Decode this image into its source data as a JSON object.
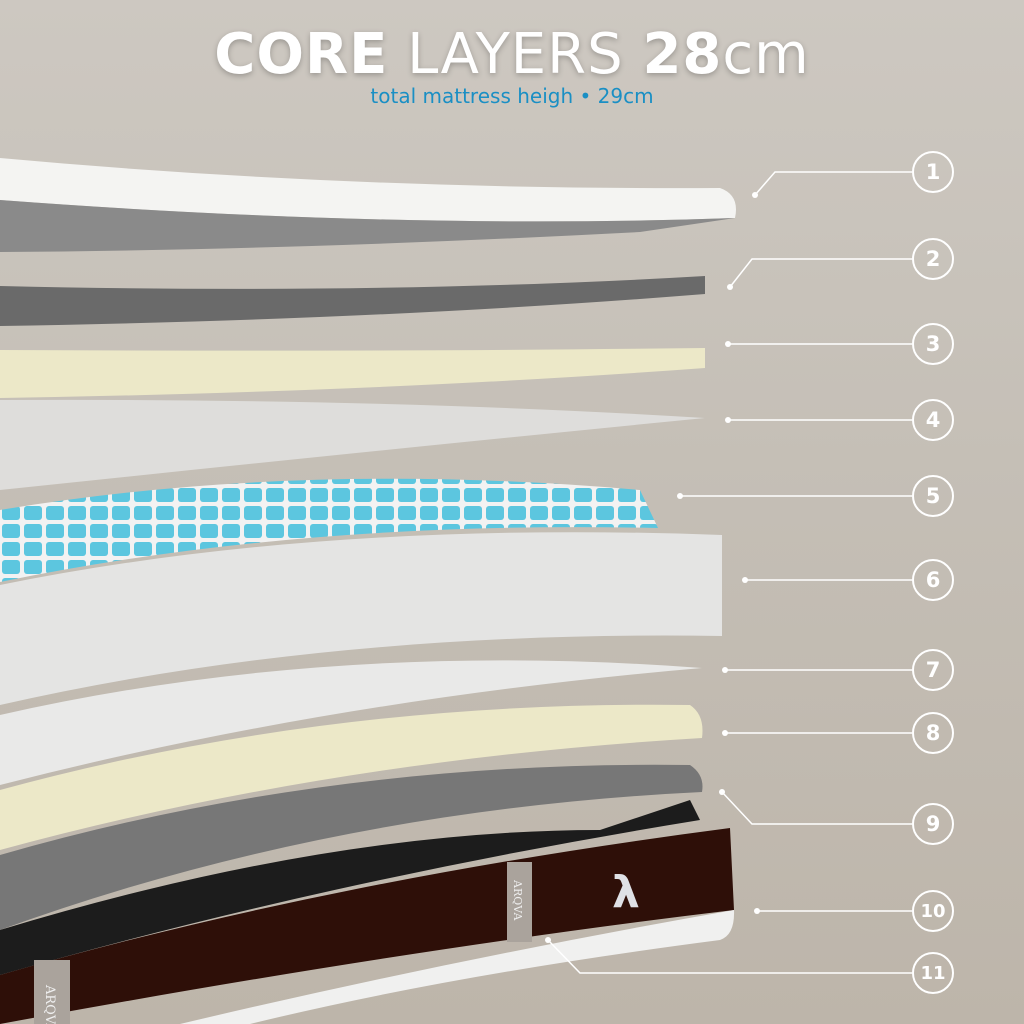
{
  "title": {
    "bold1": "CORE",
    "light1": "LAYERS",
    "bold2": "28",
    "light2": "cm"
  },
  "subtitle": "total mattress heigh • 29cm",
  "brand": {
    "label": "ARQVA",
    "logo": "λ"
  },
  "callouts": [
    "1",
    "2",
    "3",
    "4",
    "5",
    "6",
    "7",
    "8",
    "9",
    "10",
    "11"
  ],
  "colors": {
    "subtitle": "#1a8fc4",
    "cover_side": "#2e0f08",
    "coil_blue": "#5cc6df",
    "foam_cream": "#ece8c8",
    "foam_grey": "#6e6e6e"
  }
}
